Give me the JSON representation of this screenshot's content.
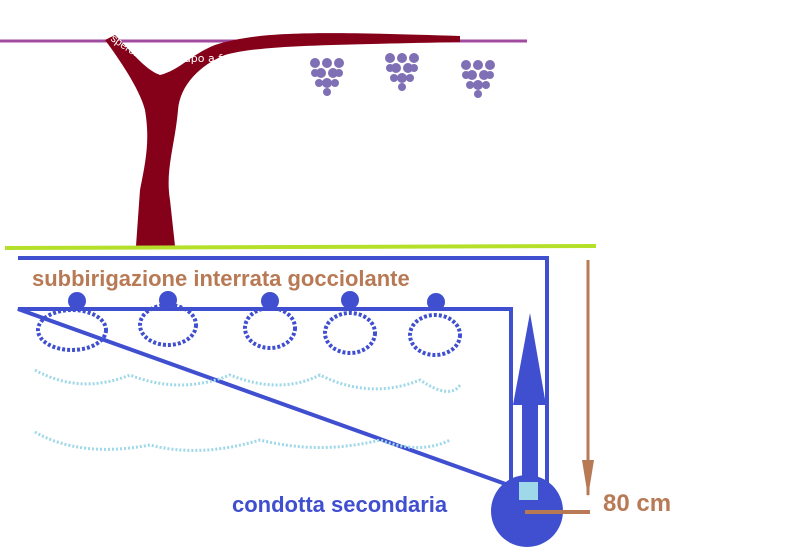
{
  "labels": {
    "sperone": "sperone",
    "capo_a_frutto": "capo a frutto",
    "subirrigation": "subbirigazione interrata gocciolante",
    "secondary_pipe": "condotta secondaria",
    "depth": "80 cm"
  },
  "colors": {
    "vine": "#850019",
    "wire": "#a04aa0",
    "ground": "#b5e02a",
    "pipe": "#3f4fd0",
    "measure": "#b87a55",
    "grapes": "#7f6fb5",
    "wet": "#9fd8e8"
  }
}
